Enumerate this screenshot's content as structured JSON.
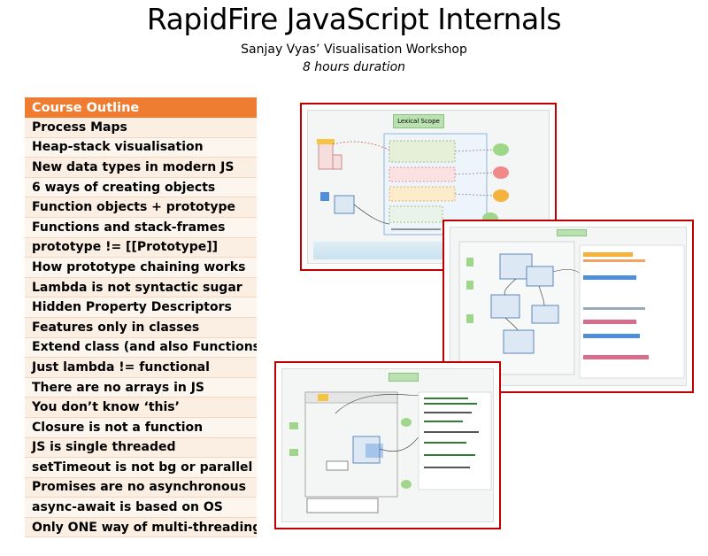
{
  "header": {
    "title": "RapidFire JavaScript Internals",
    "subtitle": "Sanjay Vyas’ Visualisation Workshop",
    "duration": "8 hours duration"
  },
  "outline": {
    "heading": "Course Outline",
    "items": [
      "Process Maps",
      "Heap-stack visualisation",
      "New data types in modern JS",
      "6 ways of creating objects",
      "Function objects + prototype",
      "Functions and stack-frames",
      "prototype != [[Prototype]]",
      "How prototype chaining works",
      "Lambda is not syntactic sugar",
      "Hidden Property Descriptors",
      "Features only in classes",
      "Extend class (and also Functions)",
      "Just lambda != functional",
      "There are no arrays in JS",
      "You don’t know ‘this’",
      "Closure is not a function",
      "JS is single threaded",
      "setTimeout is not bg or parallel",
      "Promises are no asynchronous",
      "async-await is based on OS",
      "Only ONE way of multi-threading"
    ]
  },
  "screens": {
    "lexical": {
      "banner": "Lexical Scope"
    },
    "colors": {
      "frame": "#c00000",
      "heading_bg": "#ee7d31"
    }
  }
}
